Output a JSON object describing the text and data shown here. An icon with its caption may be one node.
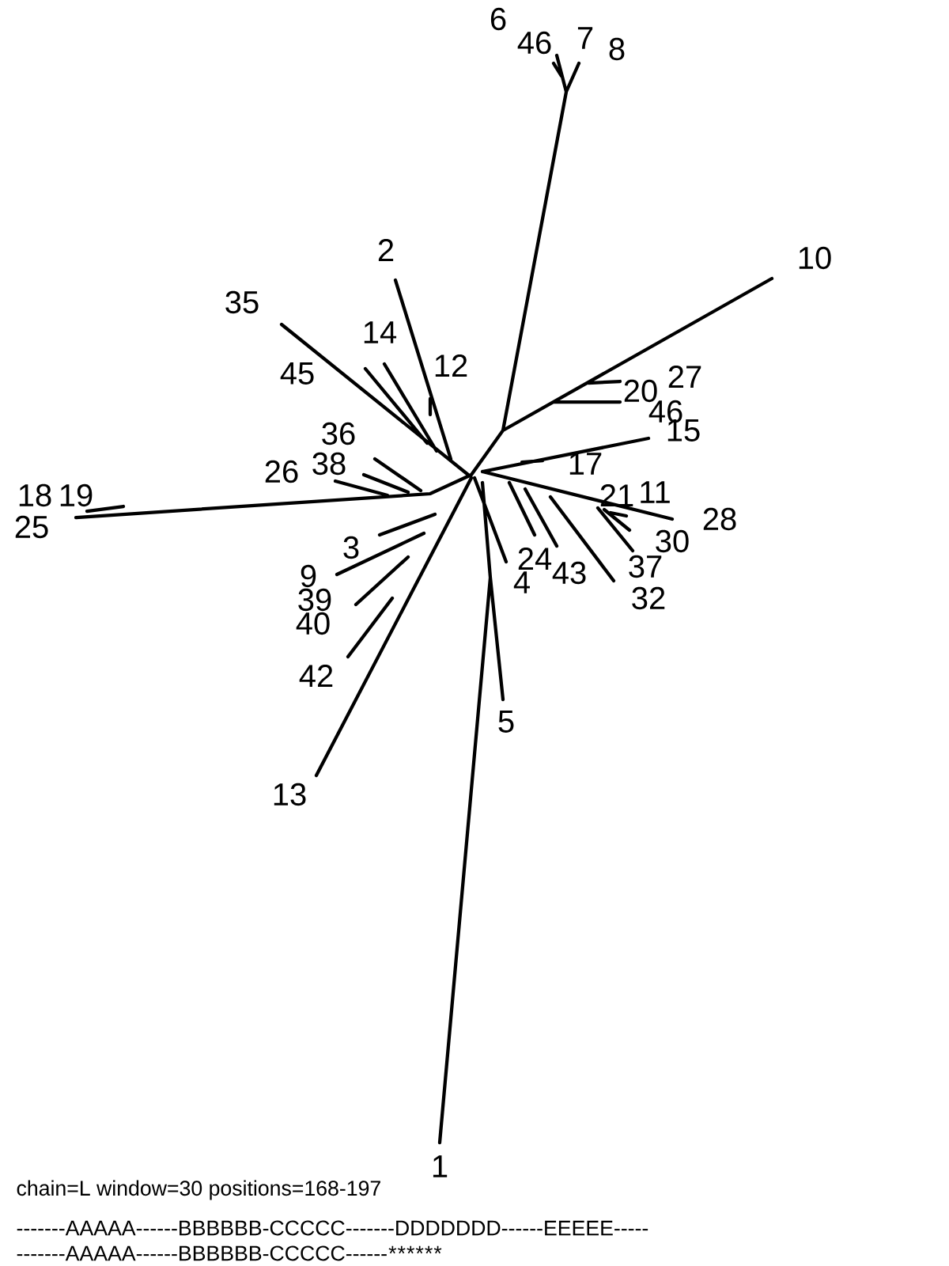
{
  "diagram": {
    "labels": [
      "6",
      "46",
      "7",
      "8",
      "10",
      "2",
      "35",
      "45",
      "14",
      "12",
      "20",
      "27",
      "46",
      "15",
      "36",
      "38",
      "17",
      "26",
      "19",
      "18",
      "25",
      "21",
      "11",
      "28",
      "30",
      "3",
      "24",
      "43",
      "37",
      "9",
      "4",
      "39",
      "32",
      "40",
      "42",
      "5",
      "13",
      "1",
      "chain=L   window=30   positions=168-197",
      "-------AAAAA------BBBBBB-CCCCC-------DDDDDDD------EEEEE-----",
      "-------AAAAA------BBBBBB-CCCCC------",
      "*",
      "*",
      "*",
      "*",
      "*",
      "*"
    ]
  }
}
